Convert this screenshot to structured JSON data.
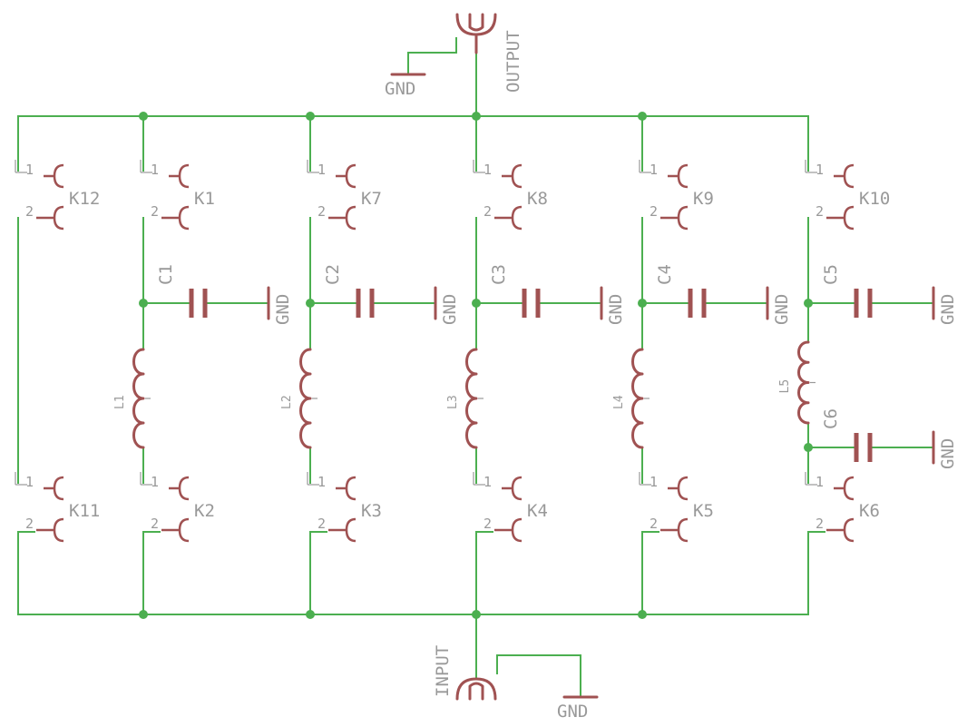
{
  "colors": {
    "wire": "#4caf50",
    "part": "#a05252",
    "label": "#999999",
    "background": "#ffffff"
  },
  "labels": {
    "output": "OUTPUT",
    "input": "INPUT",
    "gnd": "GND",
    "pin1": "1",
    "pin2": "2",
    "relays": [
      "K12",
      "K1",
      "K7",
      "K8",
      "K9",
      "K10",
      "K11",
      "K2",
      "K3",
      "K4",
      "K5",
      "K6"
    ],
    "capacitors": [
      "C1",
      "C2",
      "C3",
      "C4",
      "C5",
      "C6"
    ],
    "inductors": [
      "L1",
      "L2",
      "L3",
      "L4",
      "L5"
    ]
  }
}
